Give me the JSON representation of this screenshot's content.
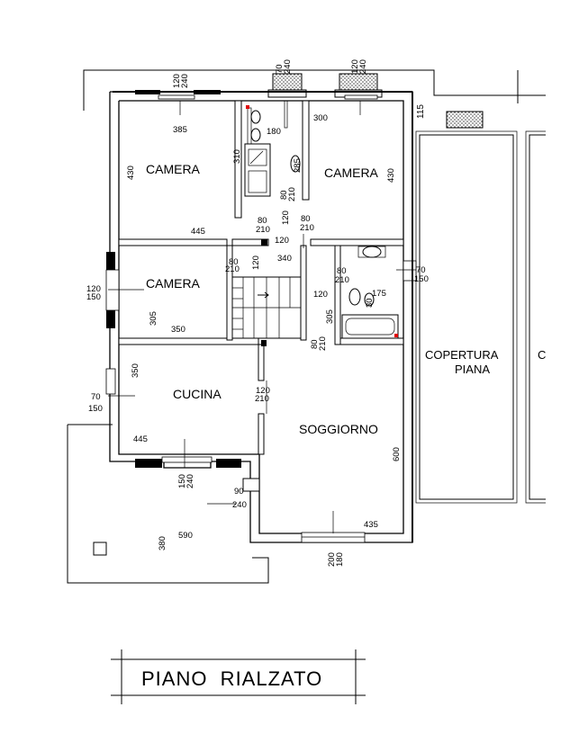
{
  "title": "PIANO  RIALZATO",
  "rooms": {
    "camera_nw": "CAMERA",
    "camera_ne": "CAMERA",
    "camera_w": "CAMERA",
    "cucina": "CUCINA",
    "soggiorno": "SOGGIORNO",
    "copertura_line1": "COPERTURA",
    "copertura_line2": "PIANA",
    "copertura_cut": "C"
  },
  "dims": {
    "d120a": "120",
    "d240a": "240",
    "d70a": "70",
    "d240b": "240",
    "d120b": "120",
    "d240c": "240",
    "d115": "115",
    "d385": "385",
    "d430a": "430",
    "d310": "310",
    "d180": "180",
    "d300": "300",
    "d285": "285",
    "d430b": "430",
    "d80a": "80",
    "d210a": "210",
    "d80b": "80",
    "d210b": "210",
    "d80c": "80",
    "d210c": "210",
    "d120c": "120",
    "d120d": "120",
    "d445a": "445",
    "d340": "340",
    "d80d": "80",
    "d210d": "210",
    "d120e": "120",
    "d80e": "80",
    "d210e": "210",
    "d70b": "70",
    "d150a": "150",
    "d120f": "120",
    "d150b": "150",
    "d305a": "305",
    "d350a": "350",
    "d120g": "120",
    "d30": "30",
    "d175": "175",
    "d305b": "305",
    "d80f": "80",
    "d210f": "210",
    "d350b": "350",
    "d70c": "70",
    "d150c": "150",
    "d120h": "120",
    "d210g": "210",
    "d445b": "445",
    "d600": "600",
    "d150d": "150",
    "d240d": "240",
    "d90": "90",
    "d240e": "240",
    "d380": "380",
    "d590": "590",
    "d435": "435",
    "d200": "200",
    "d180b": "180"
  }
}
